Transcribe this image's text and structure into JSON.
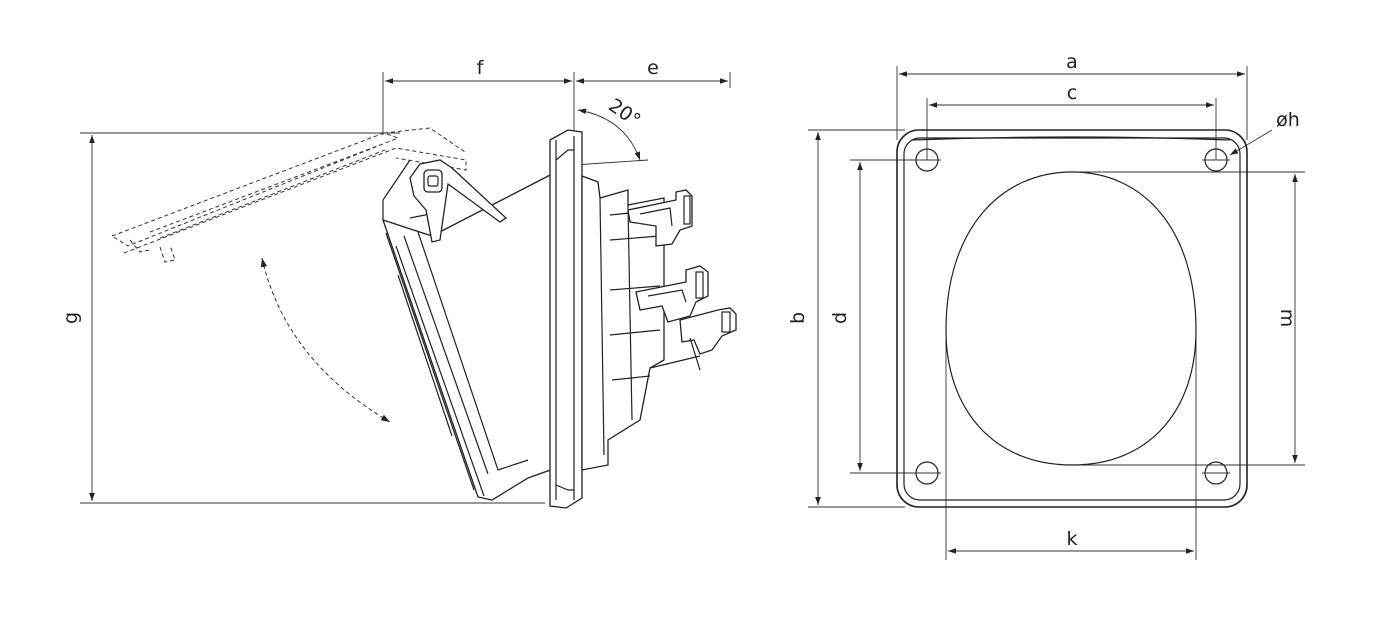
{
  "drawing": {
    "side_view": {
      "labels": {
        "f": "f",
        "e": "e",
        "g": "g",
        "angle": "20°"
      }
    },
    "front_view": {
      "labels": {
        "a": "a",
        "c": "c",
        "h": "øh",
        "b": "b",
        "d": "d",
        "m": "m",
        "k": "k"
      }
    },
    "colors": {
      "line": "#222222",
      "background": "#ffffff"
    }
  }
}
